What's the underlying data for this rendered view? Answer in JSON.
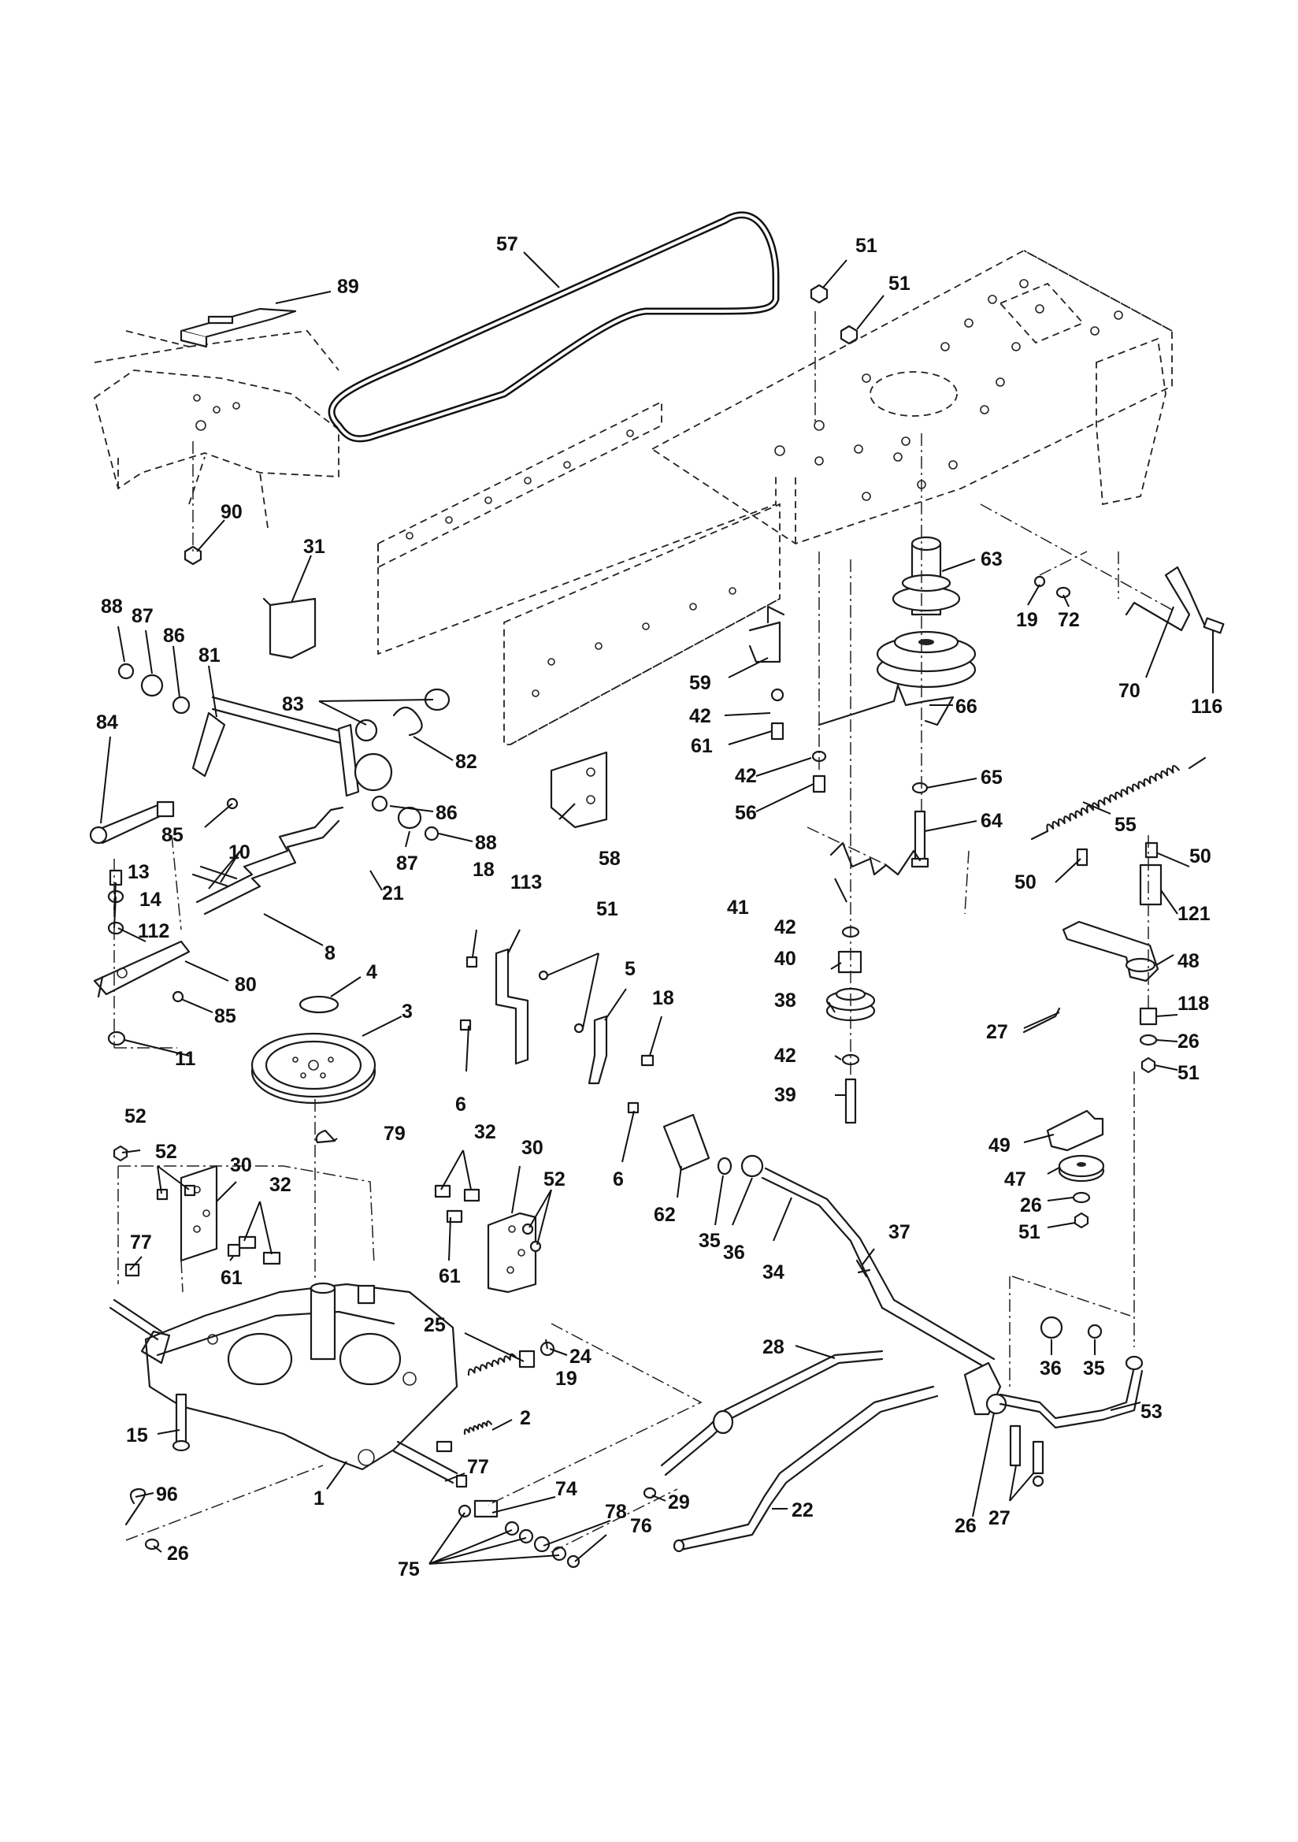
{
  "diagram": {
    "callouts": [
      {
        "id": "57",
        "text": "57"
      },
      {
        "id": "51a",
        "text": "51"
      },
      {
        "id": "51b",
        "text": "51"
      },
      {
        "id": "89",
        "text": "89"
      },
      {
        "id": "90",
        "text": "90"
      },
      {
        "id": "31",
        "text": "31"
      },
      {
        "id": "63",
        "text": "63"
      },
      {
        "id": "19a",
        "text": "19"
      },
      {
        "id": "72",
        "text": "72"
      },
      {
        "id": "70",
        "text": "70"
      },
      {
        "id": "116",
        "text": "116"
      },
      {
        "id": "88a",
        "text": "88"
      },
      {
        "id": "87a",
        "text": "87"
      },
      {
        "id": "86a",
        "text": "86"
      },
      {
        "id": "81",
        "text": "81"
      },
      {
        "id": "83",
        "text": "83"
      },
      {
        "id": "82",
        "text": "82"
      },
      {
        "id": "84",
        "text": "84"
      },
      {
        "id": "86b",
        "text": "86"
      },
      {
        "id": "88b",
        "text": "88"
      },
      {
        "id": "87b",
        "text": "87"
      },
      {
        "id": "85a",
        "text": "85"
      },
      {
        "id": "59",
        "text": "59"
      },
      {
        "id": "42a",
        "text": "42"
      },
      {
        "id": "61a",
        "text": "61"
      },
      {
        "id": "66",
        "text": "66"
      },
      {
        "id": "42b",
        "text": "42"
      },
      {
        "id": "56",
        "text": "56"
      },
      {
        "id": "65",
        "text": "65"
      },
      {
        "id": "64",
        "text": "64"
      },
      {
        "id": "55",
        "text": "55"
      },
      {
        "id": "58",
        "text": "58"
      },
      {
        "id": "10",
        "text": "10"
      },
      {
        "id": "13",
        "text": "13"
      },
      {
        "id": "14",
        "text": "14"
      },
      {
        "id": "112",
        "text": "112"
      },
      {
        "id": "21",
        "text": "21"
      },
      {
        "id": "8",
        "text": "8"
      },
      {
        "id": "80",
        "text": "80"
      },
      {
        "id": "85b",
        "text": "85"
      },
      {
        "id": "11",
        "text": "11"
      },
      {
        "id": "4",
        "text": "4"
      },
      {
        "id": "3",
        "text": "3"
      },
      {
        "id": "18a",
        "text": "18"
      },
      {
        "id": "113",
        "text": "113"
      },
      {
        "id": "51c",
        "text": "51"
      },
      {
        "id": "5",
        "text": "5"
      },
      {
        "id": "18b",
        "text": "18"
      },
      {
        "id": "6a",
        "text": "6"
      },
      {
        "id": "6b",
        "text": "6"
      },
      {
        "id": "41",
        "text": "41"
      },
      {
        "id": "42c",
        "text": "42"
      },
      {
        "id": "40",
        "text": "40"
      },
      {
        "id": "38",
        "text": "38"
      },
      {
        "id": "42d",
        "text": "42"
      },
      {
        "id": "39",
        "text": "39"
      },
      {
        "id": "50a",
        "text": "50"
      },
      {
        "id": "50b",
        "text": "50"
      },
      {
        "id": "121",
        "text": "121"
      },
      {
        "id": "48",
        "text": "48"
      },
      {
        "id": "27a",
        "text": "27"
      },
      {
        "id": "118",
        "text": "118"
      },
      {
        "id": "26a",
        "text": "26"
      },
      {
        "id": "51d",
        "text": "51"
      },
      {
        "id": "49",
        "text": "49"
      },
      {
        "id": "47",
        "text": "47"
      },
      {
        "id": "26b",
        "text": "26"
      },
      {
        "id": "51e",
        "text": "51"
      },
      {
        "id": "52a",
        "text": "52"
      },
      {
        "id": "52b",
        "text": "52"
      },
      {
        "id": "30a",
        "text": "30"
      },
      {
        "id": "32a",
        "text": "32"
      },
      {
        "id": "79",
        "text": "79"
      },
      {
        "id": "32b",
        "text": "32"
      },
      {
        "id": "30b",
        "text": "30"
      },
      {
        "id": "52c",
        "text": "52"
      },
      {
        "id": "61b",
        "text": "61"
      },
      {
        "id": "61c",
        "text": "61"
      },
      {
        "id": "62",
        "text": "62"
      },
      {
        "id": "35a",
        "text": "35"
      },
      {
        "id": "36a",
        "text": "36"
      },
      {
        "id": "34",
        "text": "34"
      },
      {
        "id": "37",
        "text": "37"
      },
      {
        "id": "77a",
        "text": "77"
      },
      {
        "id": "25",
        "text": "25"
      },
      {
        "id": "24",
        "text": "24"
      },
      {
        "id": "19b",
        "text": "19"
      },
      {
        "id": "28",
        "text": "28"
      },
      {
        "id": "36b",
        "text": "36"
      },
      {
        "id": "35b",
        "text": "35"
      },
      {
        "id": "15",
        "text": "15"
      },
      {
        "id": "2",
        "text": "2"
      },
      {
        "id": "53",
        "text": "53"
      },
      {
        "id": "77b",
        "text": "77"
      },
      {
        "id": "96",
        "text": "96"
      },
      {
        "id": "1",
        "text": "1"
      },
      {
        "id": "74",
        "text": "74"
      },
      {
        "id": "29",
        "text": "29"
      },
      {
        "id": "22",
        "text": "22"
      },
      {
        "id": "26c",
        "text": "26"
      },
      {
        "id": "27b",
        "text": "27"
      },
      {
        "id": "78",
        "text": "78"
      },
      {
        "id": "76",
        "text": "76"
      },
      {
        "id": "26d",
        "text": "26"
      },
      {
        "id": "75",
        "text": "75"
      }
    ]
  }
}
